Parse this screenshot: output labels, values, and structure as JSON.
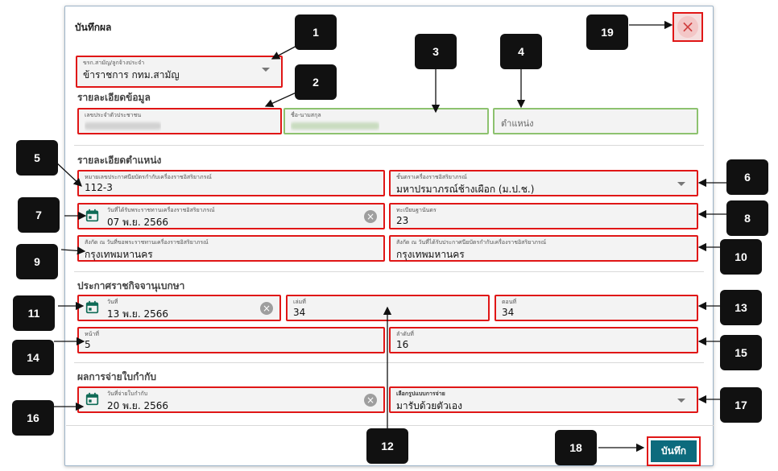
{
  "dialog": {
    "title": "บันทึกผล",
    "save_label": "บันทึก",
    "close_label": "×"
  },
  "employee_type": {
    "label": "ขรก.สามัญ/ลูกจ้างประจำ",
    "value": "ข้าราชการ กทม.สามัญ"
  },
  "sections": {
    "details": "รายละเอียดข้อมูล",
    "position": "รายละเอียดตำแหน่ง",
    "gazette": "ประกาศราชกิจจานุเบกษา",
    "result": "ผลการจ่ายใบกำกับ"
  },
  "details": {
    "citizen_id": {
      "label": "เลขประจำตัวประชาชน"
    },
    "fullname": {
      "label": "ชื่อ-นามสกุล"
    },
    "position": {
      "placeholder": "ตำแหน่ง"
    }
  },
  "position": {
    "cert_no": {
      "label": "หมายเลขประกาศนียบัตรกำกับเครื่องราชอิสริยาภรณ์",
      "value": "112-3"
    },
    "class": {
      "label": "ชั้นตราเครื่องราชอิสริยาภรณ์",
      "value": "มหาปรมาภรณ์ช้างเผือก (ม.ป.ช.)"
    },
    "received_date": {
      "label": "วันที่ได้รับพระราชทานเครื่องราชอิสริยาภรณ์",
      "value": "07 พ.ย. 2566"
    },
    "registry_no": {
      "label": "ทะเบียนฐานันดร",
      "value": "23"
    },
    "affiliation_received": {
      "label": "สังกัด ณ วันที่ขอพระราชทานเครื่องราชอิสริยาภรณ์",
      "value": "กรุงเทพมหานคร"
    },
    "affiliation_cert": {
      "label": "สังกัด ณ วันที่ได้รับประกาศนียบัตรกำกับเครื่องราชอิสริยาภรณ์",
      "value": "กรุงเทพมหานคร"
    }
  },
  "gazette": {
    "date": {
      "label": "วันที่",
      "value": "13 พ.ย. 2566"
    },
    "volume": {
      "label": "เล่มที่",
      "value": "34"
    },
    "part": {
      "label": "ตอนที่",
      "value": "34"
    },
    "page": {
      "label": "หน้าที่",
      "value": "5"
    },
    "order": {
      "label": "ลำดับที่",
      "value": "16"
    }
  },
  "result": {
    "pay_date": {
      "label": "วันที่จ่ายใบกำกับ",
      "value": "20 พ.ย. 2566"
    },
    "pay_method": {
      "label": "เลือกรูปแบบการจ่าย",
      "value": "มารับด้วยตัวเอง"
    }
  },
  "badges": [
    "1",
    "2",
    "3",
    "4",
    "5",
    "6",
    "7",
    "8",
    "9",
    "10",
    "11",
    "12",
    "13",
    "14",
    "15",
    "16",
    "17",
    "18",
    "19"
  ]
}
